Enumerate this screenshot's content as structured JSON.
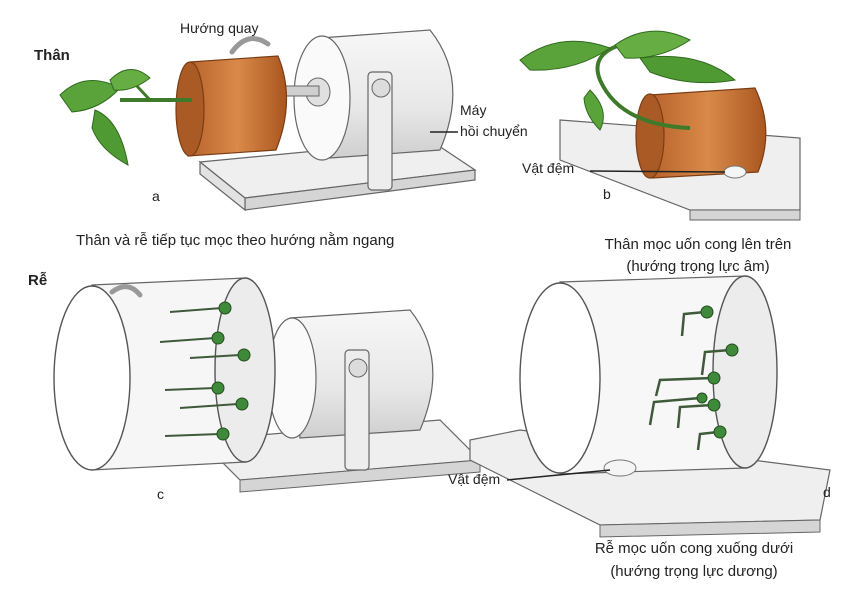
{
  "labels": {
    "than": "Thân",
    "re": "Rễ",
    "huong_quay": "Hướng quay",
    "may": "Máy",
    "hoi_chuyen": "hồi chuyển",
    "vat_dem_b": "Vật đệm",
    "vat_dem_d": "Vật đệm"
  },
  "panels": {
    "a": "a",
    "b": "b",
    "c": "c",
    "d": "d"
  },
  "captions": {
    "a": "Thân và rễ tiếp tục mọc theo hướng nằm ngang",
    "b_line1": "Thân mọc uốn cong lên trên",
    "b_line2": "(hướng trọng lực âm)",
    "d_line1": "Rễ mọc uốn cong xuống dưới",
    "d_line2": "(hướng trọng lực dương)"
  },
  "colors": {
    "pot": "#c8733a",
    "leaf": "#4f9a32",
    "device": "#f2f2f2",
    "outline": "#555555",
    "seed": "#3f8a3a"
  }
}
